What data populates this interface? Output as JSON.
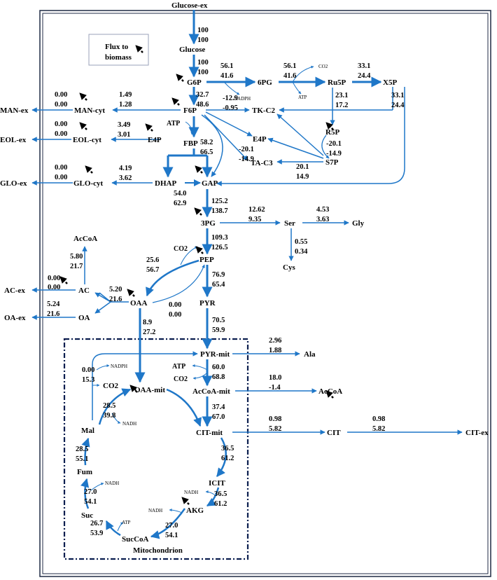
{
  "colors": {
    "arrow": "#1f77c8",
    "border": "#1f2a44",
    "mito_border": "#0b1e4f",
    "biomass_arrow": "#000000"
  },
  "legend": {
    "line1": "Flux to",
    "line2": "biomass"
  },
  "compartment_label": "Mitochondrion",
  "nodes": {
    "glucose_ex": "Glucose-ex",
    "glucose": "Glucose",
    "g6p": "G6P",
    "6pg": "6PG",
    "ru5p": "Ru5P",
    "x5p": "X5P",
    "f6p": "F6P",
    "tkc2": "TK-C2",
    "r5p": "R5P",
    "e4p_ppp": "E4P",
    "s7p": "S7P",
    "tac3": "TA-C3",
    "fbp": "FBP",
    "dhap": "DHAP",
    "gap": "GAP",
    "man_cyt": "MAN-cyt",
    "man_ex": "MAN-ex",
    "eol_cyt": "EOL-cyt",
    "eol_ex": "EOL-ex",
    "e4p_side": "E4P",
    "glo_cyt": "GLO-cyt",
    "glo_ex": "GLO-ex",
    "3pg": "3PG",
    "ser": "Ser",
    "gly": "Gly",
    "cys": "Cys",
    "pep": "PEP",
    "pyr": "PYR",
    "oaa": "OAA",
    "acoa_top": "AcCoA",
    "ac": "AC",
    "ac_ex": "AC-ex",
    "oa": "OA",
    "oa_ex": "OA-ex",
    "pyr_mit": "PYR-mit",
    "ala": "Ala",
    "acoa_mit": "AcCoA-mit",
    "acoa_r": "AcCoA",
    "oaa_mit": "OAA-mit",
    "cit_mit": "CIT-mit",
    "cit": "CIT",
    "cit_ex": "CIT-ex",
    "icit": "ICIT",
    "akg": "AKG",
    "succoa": "SucCoA",
    "suc": "Suc",
    "fum": "Fum",
    "mal": "Mal",
    "co2_mit": "CO2"
  },
  "cofactors": {
    "co2_6pg": "CO2",
    "atp_6pg": "ATP",
    "nadph_g6p": "NADPH",
    "atp_fbp": "ATP",
    "co2_pep": "CO2",
    "atp_mit": "ATP",
    "co2_mit2": "CO2",
    "nadph_mit": "NADPH",
    "nadh_oaa": "NADH",
    "nadh_icit": "NADH",
    "nadh_akg": "NADH",
    "atp_suc": "ATP",
    "nadh_fum": "NADH"
  },
  "fluxes": {
    "glc_in_a": "100",
    "glc_in_b": "100",
    "glc_g6p_a": "100",
    "glc_g6p_b": "100",
    "g6p_6pg_a": "56.1",
    "g6p_6pg_b": "41.6",
    "6pg_ru5p_a": "56.1",
    "6pg_ru5p_b": "41.6",
    "ru5p_x5p_a": "33.1",
    "ru5p_x5p_b": "24.4",
    "x5p_tk_a": "33.1",
    "x5p_tk_b": "24.4",
    "g6p_f6p_a": "32.7",
    "g6p_f6p_b": "48.6",
    "f6p_tk_a": "-12.9",
    "f6p_tk_b": "-0.95",
    "ru5p_r5p_a": "23.1",
    "ru5p_r5p_b": "17.2",
    "r5p_s7p_a": "-20.1",
    "r5p_s7p_b": "-14.9",
    "e4p_ppp_a": "-20.1",
    "e4p_ppp_b": "-14.9",
    "s7p_ta_a": "20.1",
    "s7p_ta_b": "14.9",
    "man_a": "1.49",
    "man_b": "1.28",
    "man_bio_a": "0.00",
    "man_bio_b": "0.00",
    "eol_a": "3.49",
    "eol_b": "3.01",
    "eol_bio_a": "0.00",
    "eol_bio_b": "0.00",
    "fbp_a": "58.2",
    "fbp_b": "66.5",
    "glo_a": "4.19",
    "glo_b": "3.62",
    "glo_bio_a": "0.00",
    "glo_bio_b": "0.00",
    "dhap_gap_a": "54.0",
    "dhap_gap_b": "62.9",
    "gap_3pg_a": "125.2",
    "gap_3pg_b": "138.7",
    "3pg_ser_a": "12.62",
    "3pg_ser_b": "9.35",
    "ser_gly_a": "4.53",
    "ser_gly_b": "3.63",
    "ser_cys_a": "0.55",
    "ser_cys_b": "0.34",
    "3pg_pep_a": "109.3",
    "3pg_pep_b": "126.5",
    "pep_oaa_a": "25.6",
    "pep_oaa_b": "56.7",
    "pep_pyr_a": "76.9",
    "pep_pyr_b": "65.4",
    "oaa_pep_a": "0.00",
    "oaa_pep_b": "0.00",
    "acoa_top_a": "5.80",
    "acoa_top_b": "21.7",
    "ac_ex_a": "0.00",
    "ac_ex_b": "0.00",
    "oaa_ac_a": "5.20",
    "oaa_ac_b": "21.6",
    "oa_ex_a": "5.24",
    "oa_ex_b": "21.6",
    "oaa_mit_a": "8.9",
    "oaa_mit_b": "27.2",
    "pyr_mit_a": "70.5",
    "pyr_mit_b": "59.9",
    "ala_a": "2.96",
    "ala_b": "1.88",
    "pyrmit_acoa_a": "60.0",
    "pyrmit_acoa_b": "68.8",
    "acoa_out_a": "18.0",
    "acoa_out_b": "-1.4",
    "mal_pyr_a": "0.00",
    "mal_pyr_b": "15.3",
    "acoa_cit_a": "37.4",
    "acoa_cit_b": "67.0",
    "mal_oaa_a": "28.5",
    "mal_oaa_b": "39.8",
    "cit_out_a": "0.98",
    "cit_out_b": "5.82",
    "cit_ex_a": "0.98",
    "cit_ex_b": "5.82",
    "cit_icit_a": "36.5",
    "cit_icit_b": "61.2",
    "icit_akg_a": "36.5",
    "icit_akg_b": "61.2",
    "fum_mal_a": "28.5",
    "fum_mal_b": "55.1",
    "suc_fum_a": "27.0",
    "suc_fum_b": "54.1",
    "akg_succoa_a": "27.0",
    "akg_succoa_b": "54.1",
    "succoa_suc_a": "26.7",
    "succoa_suc_b": "53.9"
  }
}
